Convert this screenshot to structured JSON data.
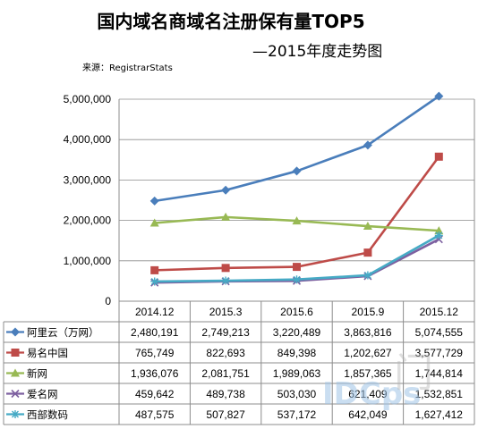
{
  "chart_data": {
    "type": "line",
    "title": "国内域名商域名注册保有量TOP5",
    "subtitle": "—2015年度走势图",
    "source": "来源：RegistrarStats",
    "categories": [
      "2014.12",
      "2015.3",
      "2015.6",
      "2015.9",
      "2015.12"
    ],
    "ylim": [
      0,
      5000000
    ],
    "yticks": [
      "0",
      "1,000,000",
      "2,000,000",
      "3,000,000",
      "4,000,000",
      "5,000,000"
    ],
    "grid": true,
    "legend": "data-table",
    "series": [
      {
        "name": "阿里云（万网）",
        "color": "#4a7ebb",
        "marker": "diamond",
        "values": [
          2480191,
          2749213,
          3220489,
          3863816,
          5074555
        ],
        "labels": [
          "2,480,191",
          "2,749,213",
          "3,220,489",
          "3,863,816",
          "5,074,555"
        ]
      },
      {
        "name": "易名中国",
        "color": "#be4b48",
        "marker": "square",
        "values": [
          765749,
          822693,
          849398,
          1202627,
          3577729
        ],
        "labels": [
          "765,749",
          "822,693",
          "849,398",
          "1,202,627",
          "3,577,729"
        ]
      },
      {
        "name": "新网",
        "color": "#98b954",
        "marker": "triangle",
        "values": [
          1936076,
          2081751,
          1989063,
          1857365,
          1744814
        ],
        "labels": [
          "1,936,076",
          "2,081,751",
          "1,989,063",
          "1,857,365",
          "1,744,814"
        ]
      },
      {
        "name": "爱名网",
        "color": "#7d60a0",
        "marker": "x",
        "values": [
          459642,
          489738,
          503030,
          621409,
          1532851
        ],
        "labels": [
          "459,642",
          "489,738",
          "503,030",
          "621,409",
          "1,532,851"
        ]
      },
      {
        "name": "西部数码",
        "color": "#46aac5",
        "marker": "star",
        "values": [
          487575,
          507827,
          537172,
          642049,
          1627412
        ],
        "labels": [
          "487,575",
          "507,827",
          "537,172",
          "642,049",
          "1,627,412"
        ]
      }
    ]
  },
  "watermark": "IDCps"
}
